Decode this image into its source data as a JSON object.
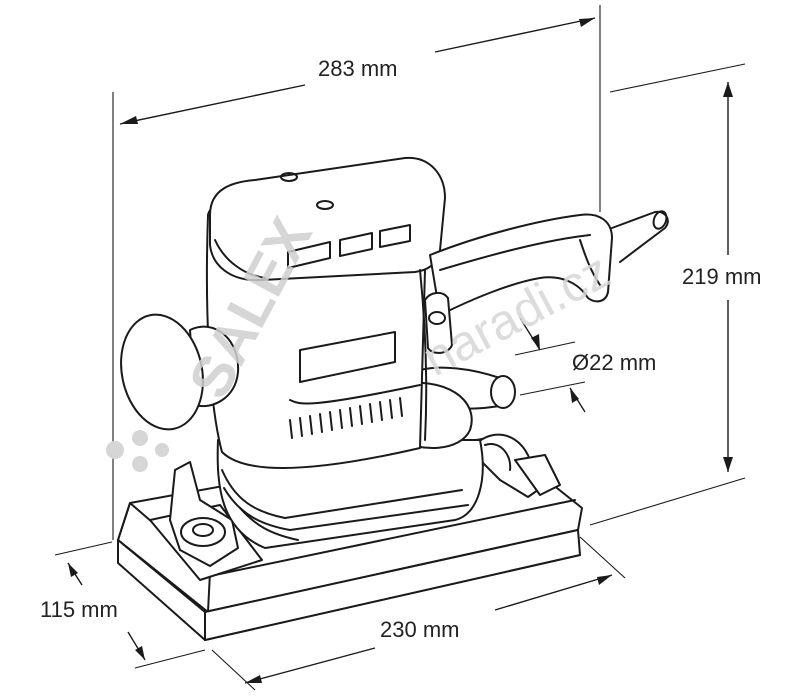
{
  "dimensions": {
    "length_top": "283 mm",
    "height": "219 mm",
    "hose_diameter": "Ø22 mm",
    "base_width": "115 mm",
    "base_length": "230 mm"
  },
  "watermark": {
    "brand": "SALEX",
    "domain": "naradi.cz",
    "color": "#c9c9c9"
  },
  "colors": {
    "ink": "#1a1a1a",
    "background": "#ffffff"
  }
}
